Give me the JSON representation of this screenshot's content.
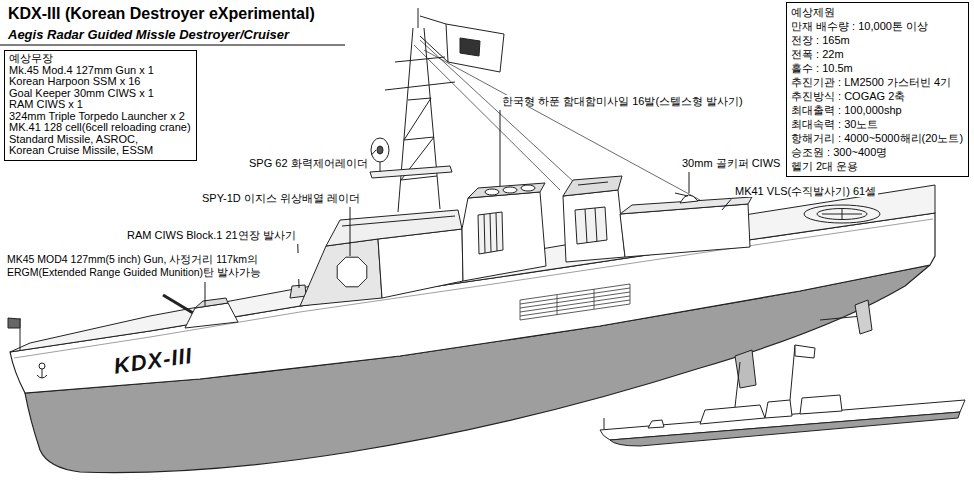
{
  "diagram": {
    "title": "KDX-III (Korean Destroyer eXperimental)",
    "nodes": [
      {
        "text": [
          "예상무장",
          "Mk.45 Mod.4 127mm Gun x 1",
          "Korean Harpoon SSM x 16",
          "Goal Keeper 30mm CIWS x 1",
          "RAM CIWS x 1",
          "324mm Triple Torpedo Launcher x 2",
          "MK.41 128 cell(6cell reloading crane)",
          "Standard Missile, ASROC,",
          "Korean Cruise Missile, ESSM"
        ]
      },
      {
        "text": [
          "예상제원",
          "만재 배수량 : 10,000톤 이상",
          "전장 : 165m",
          "전폭 : 22m",
          "흘수 : 10.5m",
          "추진기관 : LM2500 가스터빈 4기",
          "추진방식 : COGAG 2축",
          "최대출력 : 100,000shp",
          "최대속력 : 30노트",
          "항해거리 : 4000~5000해리(20노트)",
          "승조원 : 300~400명",
          "헬기 2대 운용"
        ]
      }
    ],
    "labels": [
      "Aegis Radar Guided Missle Destroyer/Cruiser",
      "한국형 하푼 함대함미사일 16발(스텔스형 발사기)",
      "30mm 골키퍼 CIWS",
      "MK41 VLS(수직발사기) 61셀",
      "SPG 62 화력제어레이더",
      "SPY-1D 이지스 위상배열 레이더",
      "RAM CIWS Block.1 21연장 발사기",
      "MK45 MOD4 127mm(5 inch) Gun, 사정거리 117km의 ERGM(Extended Range Guided Munition)탄 발사가능",
      "KDX-III"
    ]
  }
}
